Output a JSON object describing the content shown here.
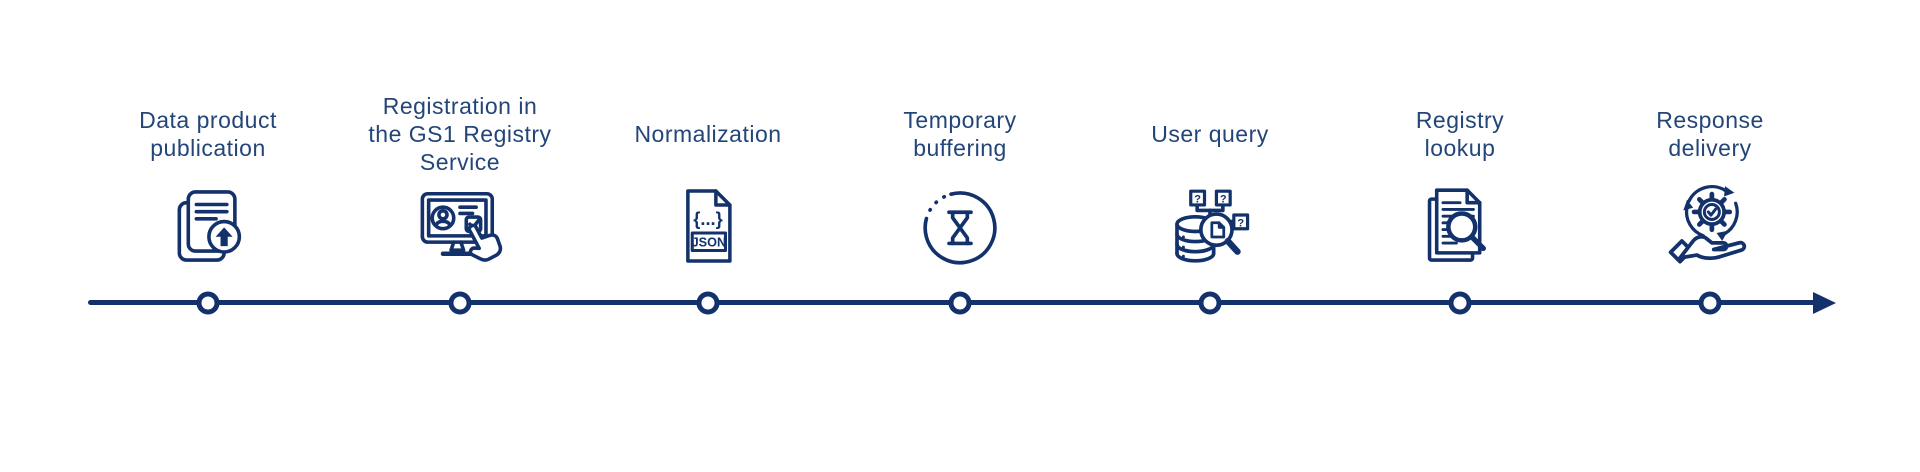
{
  "colors": {
    "navy": "#13316B",
    "label_text": "#234578",
    "background": "#FFFFFF"
  },
  "timeline": {
    "steps_count": 7,
    "flow": "left-to-right-arrow"
  },
  "icon_texts": {
    "braces": "{...}",
    "json": "JSON",
    "question": "?"
  },
  "steps": [
    {
      "id": "data-product-publication",
      "lines": [
        "Data product",
        "publication"
      ],
      "icon": "documents-upload-icon"
    },
    {
      "id": "gs1-registration",
      "lines": [
        "Registration in",
        "the GS1 Registry",
        "Service"
      ],
      "icon": "monitor-registration-icon"
    },
    {
      "id": "normalization",
      "lines": [
        "Normalization"
      ],
      "icon": "json-file-icon"
    },
    {
      "id": "temporary-buffering",
      "lines": [
        "Temporary",
        "buffering"
      ],
      "icon": "hourglass-timer-icon"
    },
    {
      "id": "user-query",
      "lines": [
        "User query"
      ],
      "icon": "database-query-icon"
    },
    {
      "id": "registry-lookup",
      "lines": [
        "Registry",
        "lookup"
      ],
      "icon": "document-search-icon"
    },
    {
      "id": "response-delivery",
      "lines": [
        "Response",
        "delivery"
      ],
      "icon": "hand-gear-delivery-icon"
    }
  ]
}
